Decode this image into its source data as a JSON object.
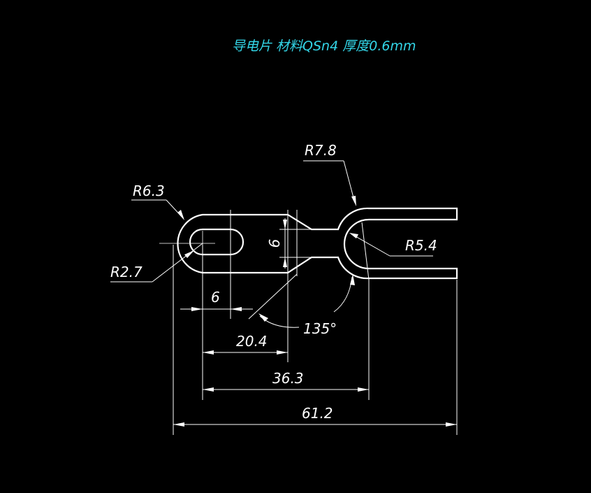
{
  "title": "导电片  材料QSn4  厚度0.6mm",
  "colors": {
    "background": "#000000",
    "lines": "#ffffff",
    "title": "#33d6e8"
  },
  "dimensions": {
    "r_outer_end": "R6.3",
    "r_slot": "R2.7",
    "r_neck": "R7.8",
    "r_fork": "R5.4",
    "slot_length": "6",
    "neck_width": "6",
    "angle": "135°",
    "len_20_4": "20.4",
    "len_36_3": "36.3",
    "len_61_2": "61.2"
  }
}
